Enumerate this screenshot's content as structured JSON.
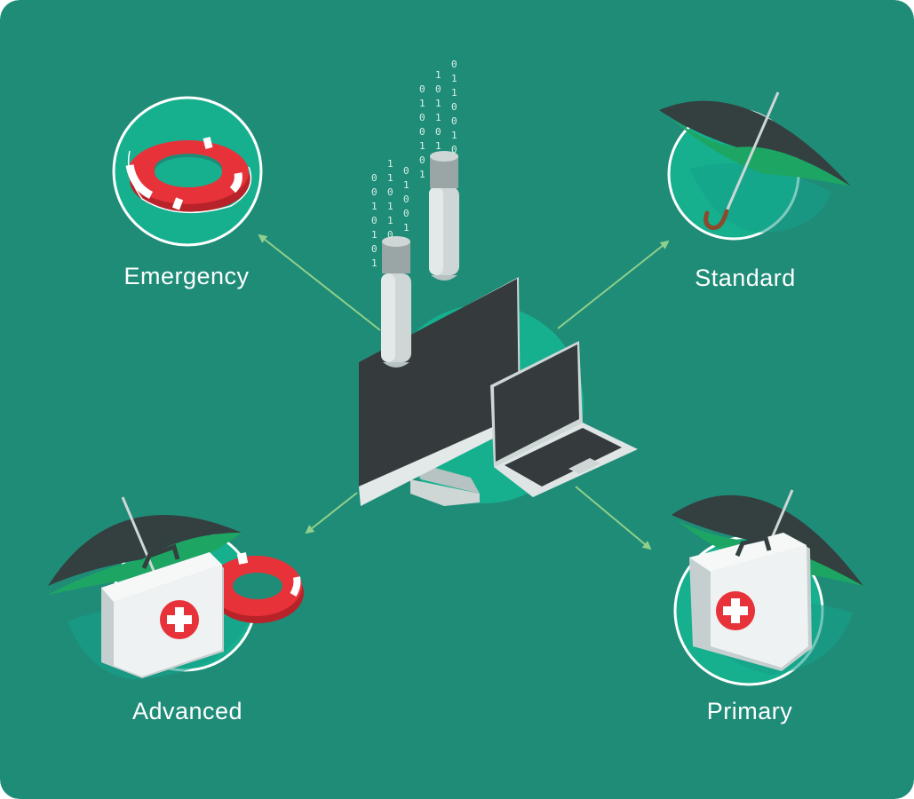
{
  "colors": {
    "background": "#1f8c78",
    "accent_teal": "#16b08f",
    "arrow": "#8fd08a",
    "umbrella_dark": "#343f40",
    "umbrella_green": "#1da663",
    "lifebuoy_red": "#e8323a",
    "case_white": "#eef2f2",
    "monitor_screen": "#353b3d"
  },
  "center": {
    "icons": [
      "data-bomb-icon",
      "desktop-monitor-icon",
      "laptop-icon"
    ]
  },
  "tiers": [
    {
      "id": "emergency",
      "label": "Emergency",
      "icon": "lifebuoy-icon"
    },
    {
      "id": "standard",
      "label": "Standard",
      "icon": "umbrella-icon"
    },
    {
      "id": "advanced",
      "label": "Advanced",
      "icon": "first-aid-kit-umbrella-lifebuoy-icon"
    },
    {
      "id": "primary",
      "label": "Primary",
      "icon": "first-aid-kit-umbrella-icon"
    }
  ]
}
